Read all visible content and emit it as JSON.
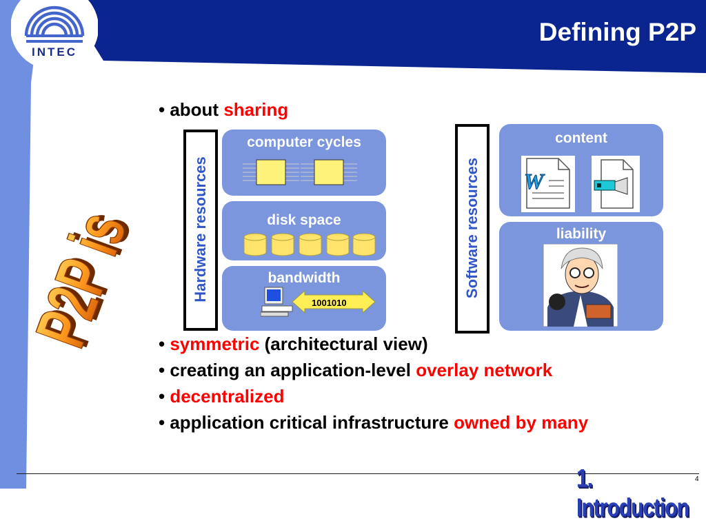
{
  "header": {
    "logo_text": "INTEC",
    "title": "Defining P2P",
    "band_color": "#0a2490",
    "sidebar_color": "#6f8fe0"
  },
  "wordart": "P2P is",
  "bullets": [
    [
      {
        "text": "about ",
        "red": false
      },
      {
        "text": "sharing",
        "red": true
      }
    ],
    [
      {
        "text": "symmetric",
        "red": true
      },
      {
        "text": " (architectural view)",
        "red": false
      }
    ],
    [
      {
        "text": "creating an application-level ",
        "red": false
      },
      {
        "text": "overlay network",
        "red": true
      }
    ],
    [
      {
        "text": "decentralized",
        "red": true
      }
    ],
    [
      {
        "text": "application critical infrastructure ",
        "red": false
      },
      {
        "text": "owned by many",
        "red": true
      }
    ]
  ],
  "hardware": {
    "label": "Hardware resources",
    "items": [
      "computer cycles",
      "disk space",
      "bandwidth"
    ],
    "bits": "1001010"
  },
  "software": {
    "label": "Software resources",
    "items": [
      "content",
      "liability"
    ]
  },
  "footer": {
    "chapter": "1. Introduction",
    "page_number": "4"
  }
}
